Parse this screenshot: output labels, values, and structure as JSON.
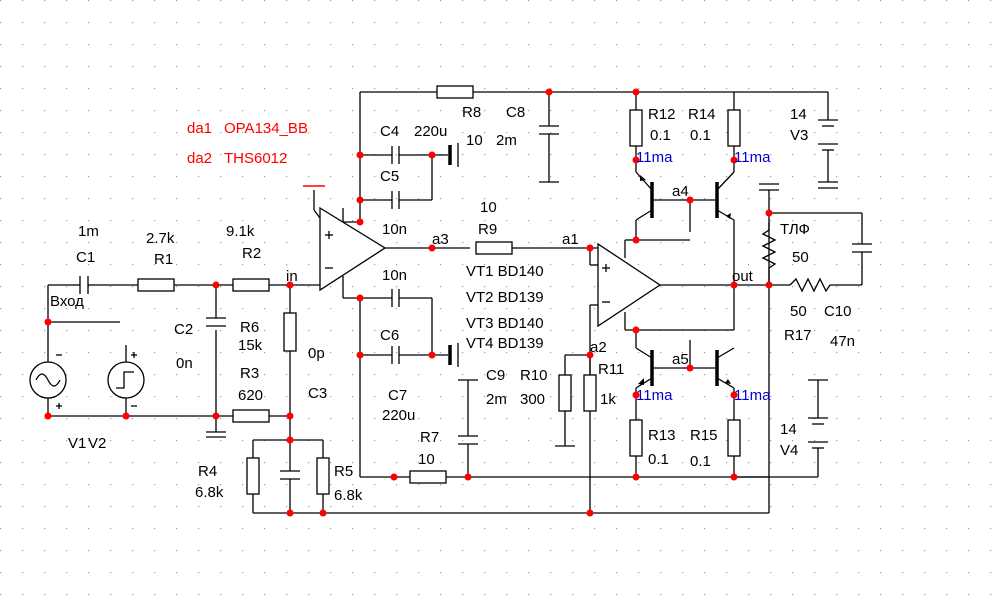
{
  "schematic": {
    "labels": {
      "da1": "da1",
      "da1_part": "OPA134_BB",
      "da2": "da2",
      "da2_part": "THS6012",
      "input": "Вход",
      "node_in": "in",
      "node_out": "out",
      "node_a1": "a1",
      "node_a2": "a2",
      "node_a3": "a3",
      "node_a4": "a4",
      "node_a5": "a5",
      "tlf": "ТЛФ",
      "vt1": "VT1 BD140",
      "vt2": "VT2  BD139",
      "vt3": "VT3  BD140",
      "vt4": "VT4  BD139"
    },
    "components": {
      "c1_name": "C1",
      "c1_value": "1m",
      "r1_name": "R1",
      "r1_value": "2.7k",
      "r2_name": "R2",
      "r2_value": "9.1k",
      "c2_name": "C2",
      "c2_value": "0n",
      "r6_name": "R6",
      "r6_value": "15k",
      "r3_name": "R3",
      "r3_value": "620",
      "c3_name": "C3",
      "c3_value": "0p",
      "r4_name": "R4",
      "r4_value": "6.8k",
      "r5_name": "R5",
      "r5_value": "6.8k",
      "v1_name": "V1",
      "v2_name": "V2",
      "r8_name": "R8",
      "r8_value": "10",
      "c8_name": "C8",
      "c8_value": "2m",
      "c4_name": "C4",
      "c4_value": "220u",
      "c5_name": "C5",
      "c5_value": "10n",
      "c6_name": "C6",
      "c6_value": "10n",
      "c7_name": "C7",
      "c7_value": "220u",
      "r9_name": "R9",
      "r9_value": "10",
      "r7_name": "R7",
      "r7_value": "10",
      "c9_name": "C9",
      "c9_value": "2m",
      "r10_name": "R10",
      "r10_value": "300",
      "r11_name": "R11",
      "r11_value": "1k",
      "r12_name": "R12",
      "r12_value": "0.1",
      "r14_name": "R14",
      "r14_value": "0.1",
      "r13_name": "R13",
      "r13_value": "0.1",
      "r15_name": "R15",
      "r15_value": "0.1",
      "v3_name": "V3",
      "v3_value": "14",
      "v4_name": "V4",
      "v4_value": "14",
      "r17_name": "R17",
      "r17_value": "50",
      "tlf_value": "50",
      "c10_name": "C10",
      "c10_value": "47n",
      "current_top_left": "11ma",
      "current_top_right": "11ma",
      "current_bot_left": "11ma",
      "current_bot_right": "11ma"
    },
    "colors": {
      "label_red": "#ff0000",
      "current_blue": "#0000cc",
      "grid_dot": "#9a9a9a"
    }
  }
}
